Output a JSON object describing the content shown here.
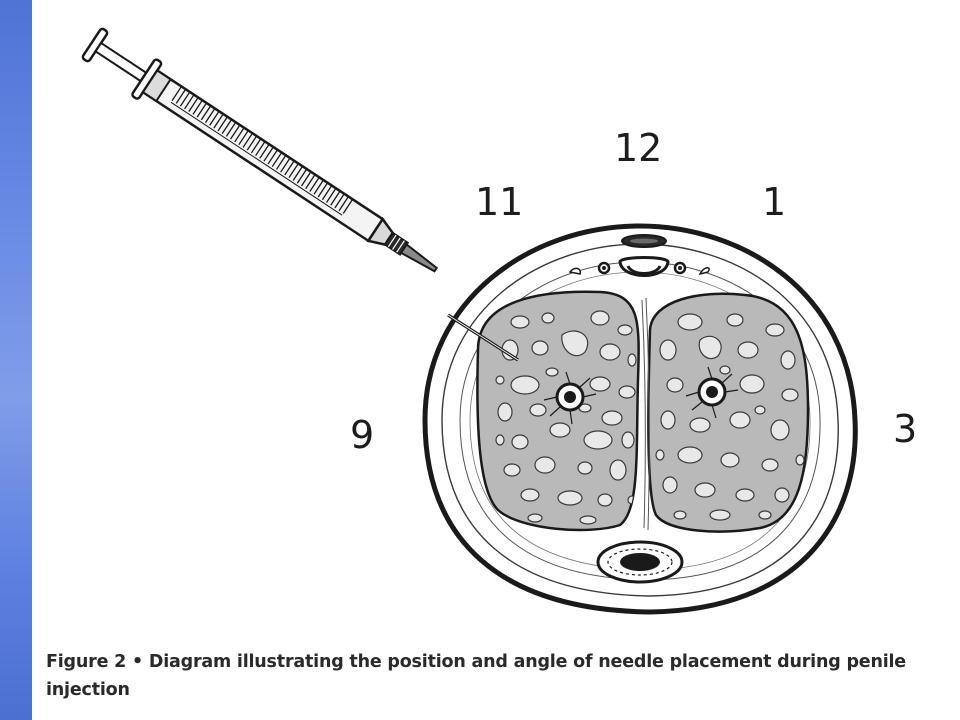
{
  "figure": {
    "clock_labels": {
      "twelve": "12",
      "eleven": "11",
      "one": "1",
      "nine": "9",
      "three": "3"
    },
    "caption": "Figure 2 • Diagram illustrating the position and angle of needle placement during penile injection"
  },
  "colors": {
    "side_band": "#5d7fe0",
    "tissue_fill": "#b9b9b9",
    "outline": "#1a1a1a"
  }
}
